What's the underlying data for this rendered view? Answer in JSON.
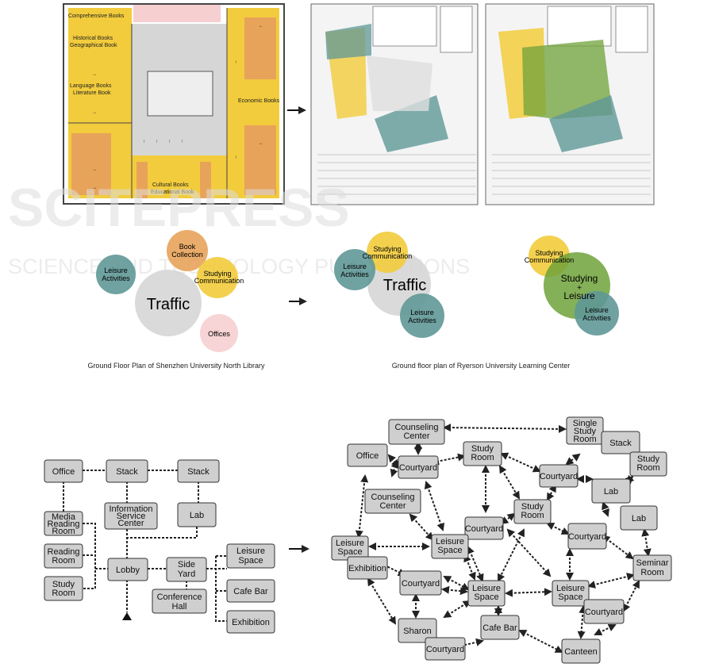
{
  "plan_labels": {
    "comprehensive": "Comprehensive Books",
    "historical": "Historical Books",
    "geographical": "Geographical Book",
    "language": "Language Books",
    "literature": "Literature Book",
    "economic": "Economic Books",
    "cultural": "Cultural Books",
    "educational": "Educational Book"
  },
  "bubbles": {
    "left": {
      "book_collection": [
        "Book",
        "Collection"
      ],
      "leisure": [
        "Leisure",
        "Activities"
      ],
      "studying": [
        "Studying",
        "Communication"
      ],
      "traffic": "Traffic",
      "offices": "Offices"
    },
    "middle": {
      "studying": [
        "Studying",
        "Communication"
      ],
      "leisure_top": [
        "Leisure",
        "Activities"
      ],
      "traffic": "Traffic",
      "leisure_bottom": [
        "Leisure",
        "Activities"
      ]
    },
    "right": {
      "studying": [
        "Studying",
        "Communication"
      ],
      "studying_leisure": [
        "Studying",
        "+",
        "Leisure"
      ],
      "leisure": [
        "Leisure",
        "Activities"
      ]
    }
  },
  "captions": {
    "left": "Ground Floor Plan of Shenzhen University North Library",
    "right": "Ground floor plan of Ryerson University Learning Center"
  },
  "left_flow": {
    "office": "Office",
    "stack1": "Stack",
    "stack2": "Stack",
    "info": [
      "Information",
      "Service",
      "Center"
    ],
    "lab": "Lab",
    "media": [
      "Media",
      "Reading",
      "Room"
    ],
    "reading": [
      "Reading",
      "Room"
    ],
    "study": [
      "Study",
      "Room"
    ],
    "lobby": "Lobby",
    "side_yard": [
      "Side",
      "Yard"
    ],
    "conference": [
      "Conference",
      "Hall"
    ],
    "leisure": [
      "Leisure",
      "Space"
    ],
    "cafe": "Cafe Bar",
    "exhibition": "Exhibition"
  },
  "right_flow": {
    "counseling1": [
      "Counseling",
      "Center"
    ],
    "office": "Office",
    "courtyard1": "Courtyard",
    "study1": [
      "Study",
      "Room"
    ],
    "single_study": [
      "Single",
      "Study",
      "Room"
    ],
    "stack": "Stack",
    "study2": [
      "Study",
      "Room"
    ],
    "courtyard2": "Courtyard",
    "lab1": "Lab",
    "counseling2": [
      "Counseling",
      "Center"
    ],
    "study3": [
      "Study",
      "Room"
    ],
    "courtyard3": "Courtyard",
    "lab2": "Lab",
    "courtyard4": "Courtyard",
    "leisure1": [
      "Leisure",
      "Space"
    ],
    "leisure2": [
      "Leisure",
      "Space"
    ],
    "exhibition": "Exhibition",
    "courtyard5": "Courtyard",
    "leisure3": [
      "Leisure",
      "Space"
    ],
    "leisure4": [
      "Leisure",
      "Space"
    ],
    "seminar": [
      "Seminar",
      "Room"
    ],
    "courtyard6": "Courtyard",
    "sharon": "Sharon",
    "cafe": "Cafe Bar",
    "courtyard7": "Courtyard",
    "canteen": "Canteen"
  },
  "colors": {
    "yellow": "#f2cc3c",
    "orange": "#e8a35a",
    "teal": "#5f9897",
    "green": "#6fa23a",
    "grey": "#d6d6d6",
    "pink": "#f6cfd0",
    "node": "#cfcfcf"
  }
}
